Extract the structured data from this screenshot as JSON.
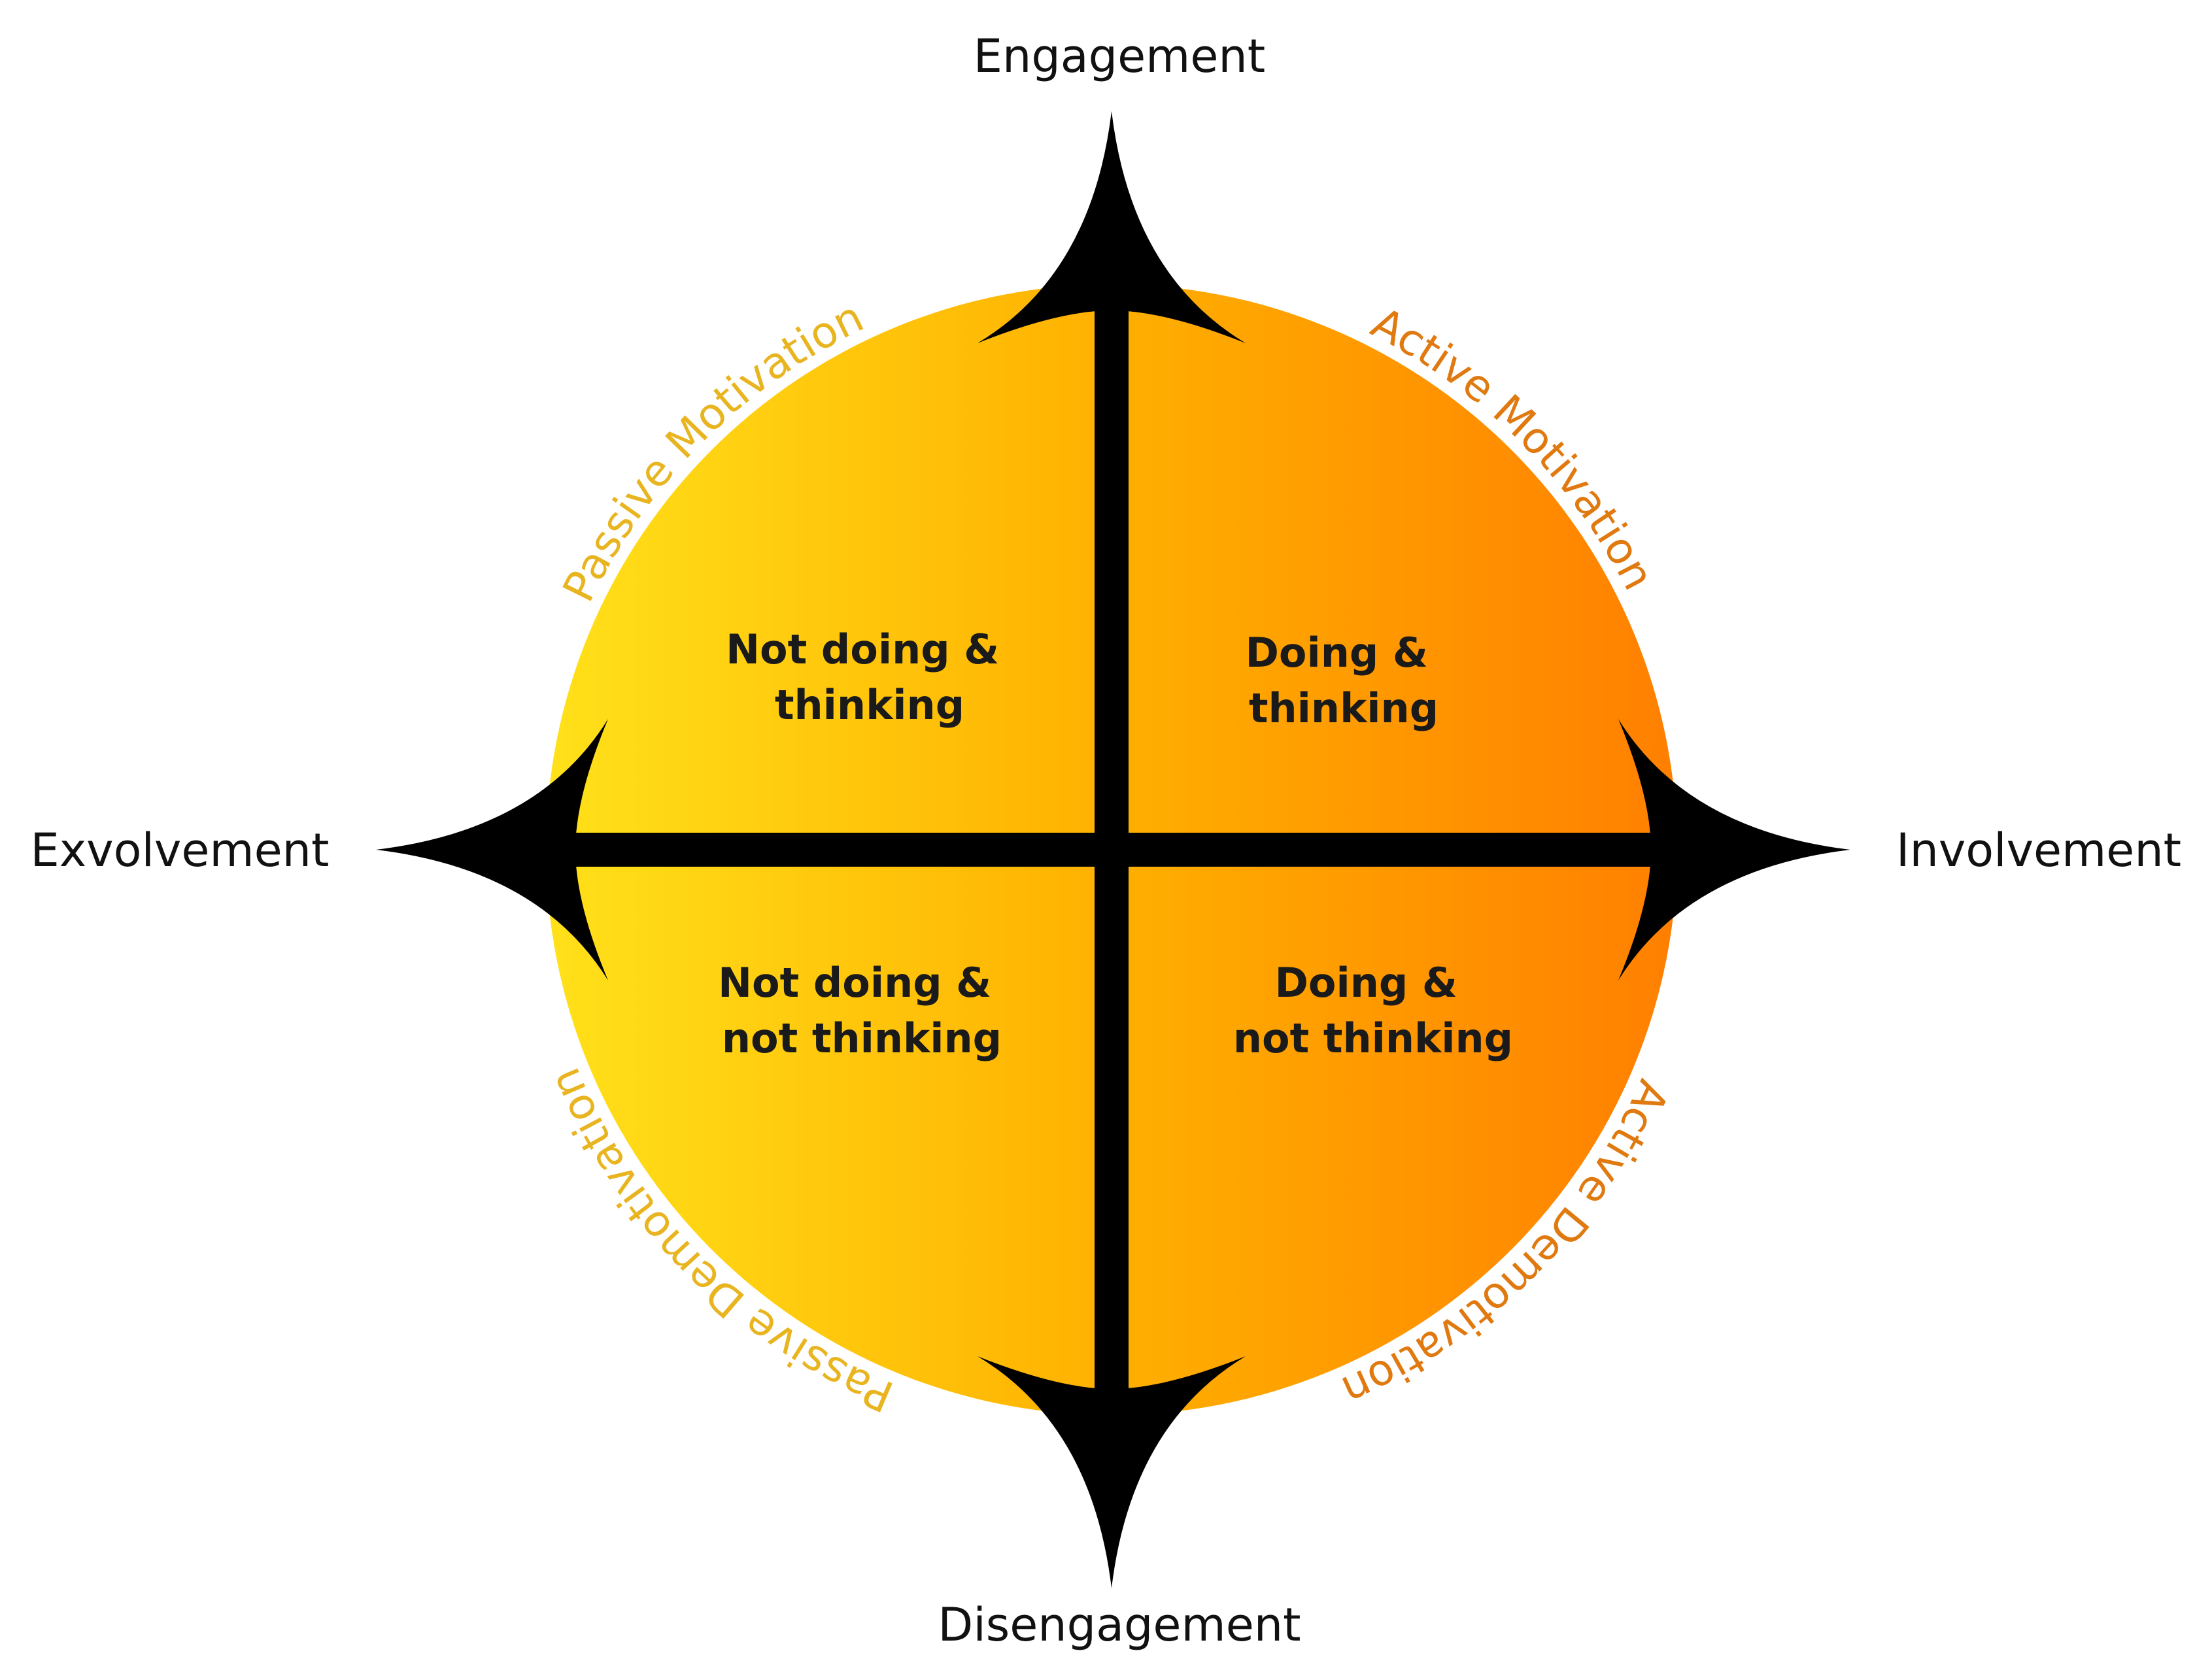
{
  "axes": {
    "top": "Engagement",
    "bottom": "Disengagement",
    "left": "Exvolvement",
    "right": "Involvement"
  },
  "quadrants": {
    "top_left": [
      "Not doing &",
      "thinking"
    ],
    "top_right": [
      "Doing &",
      "thinking"
    ],
    "bottom_left": [
      "Not doing &",
      "not thinking"
    ],
    "bottom_right": [
      "Doing &",
      "not thinking"
    ]
  },
  "arc_labels": {
    "top_left": "Passive Motivation",
    "top_right": "Active Motivation",
    "bottom_left": "Passive Demotivation",
    "bottom_right": "Active Demotivation"
  },
  "colors": {
    "circle_left": "#FFE11A",
    "circle_mid": "#FFB000",
    "circle_right": "#FF7F00",
    "arrow": "#000000",
    "arc_label_yellow": "#E8B520",
    "arc_label_orange": "#E07A10"
  }
}
